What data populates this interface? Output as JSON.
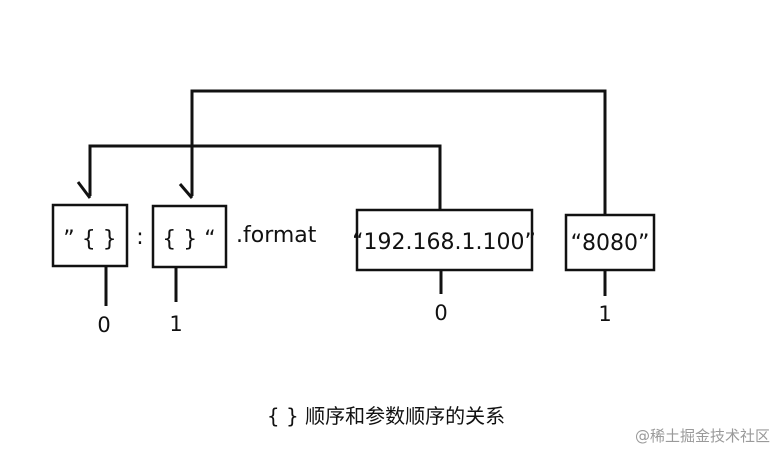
{
  "diagram": {
    "box1": "” { }",
    "colon": ":",
    "box2": "{ } “",
    "format": ".format",
    "box3": "“192.168.1.100”",
    "box4": "“8080”",
    "idx_box1": "0",
    "idx_box2": "1",
    "idx_box3": "0",
    "idx_box4": "1",
    "caption": "{ } 顺序和参数顺序的关系",
    "watermark": "@稀土掘金技术社区"
  },
  "colors": {
    "ink": "#111111",
    "watermark": "#9a9a9a",
    "background": "#ffffff"
  }
}
